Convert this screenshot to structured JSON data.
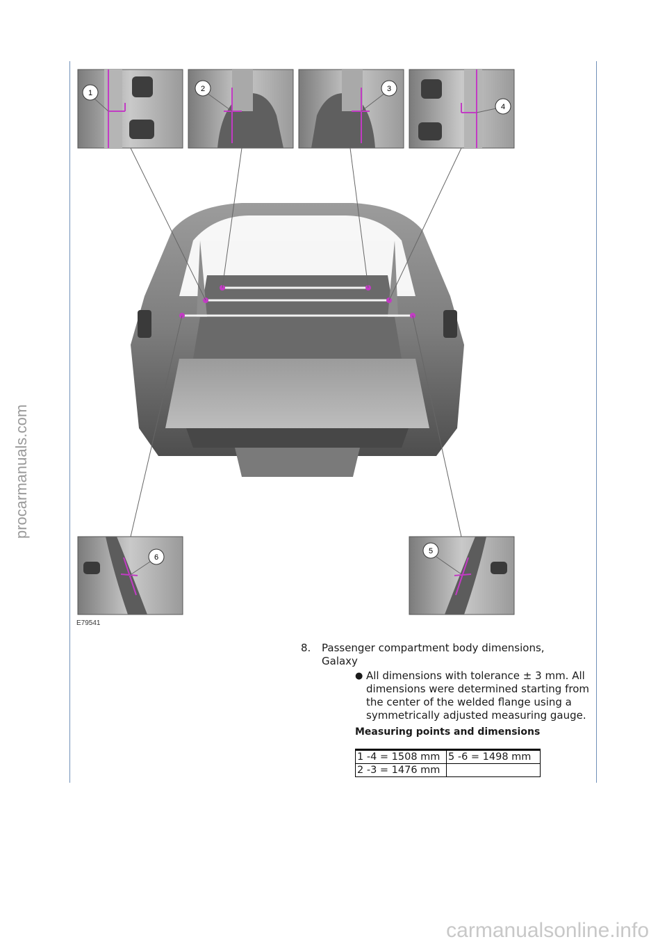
{
  "watermarks": {
    "side": "procarmanuals.com",
    "bottom": "carmanualsonline.info"
  },
  "figure": {
    "code": "E79541",
    "callouts": [
      "1",
      "2",
      "3",
      "4",
      "5",
      "6"
    ],
    "colors": {
      "marker": "#c23bc4",
      "body": "#8a8a8a",
      "leader": "#666666"
    }
  },
  "step": {
    "number": "8.",
    "title": "Passenger compartment body dimensions, Galaxy",
    "bullet": "All dimensions with tolerance ± 3 mm. All dimensions were determined starting from the center of the welded flange using a symmetrically adjusted measuring gauge.",
    "subheading": "Measuring points and dimensions"
  },
  "dimensions_table": [
    [
      "1 -4 = 1508 mm",
      "5 -6 = 1498 mm"
    ],
    [
      "2 -3 = 1476 mm",
      ""
    ]
  ]
}
